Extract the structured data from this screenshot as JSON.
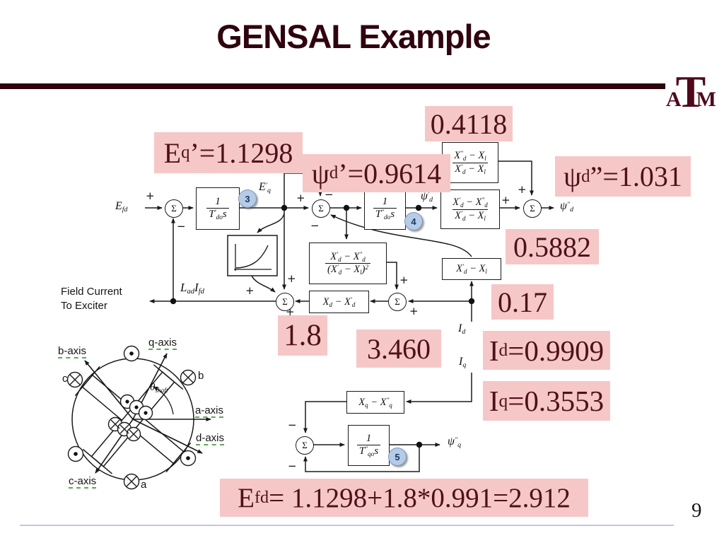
{
  "header": {
    "title": "GENSAL Example",
    "page_number": "9"
  },
  "logo": {
    "a": "A",
    "t": "T",
    "m": "M"
  },
  "annotations": {
    "ratio1": "0.4118",
    "eq_prime": "E_{q}’=1.1298",
    "psi_d_prime": "ψ_{d}’=0.9614",
    "psi_d_dprime": "ψ_{d}”=1.031",
    "ratio2": "0.5882",
    "val_0_17": "0.17",
    "val_1_8": "1.8",
    "val_3_460": "3.460",
    "id_val": "I_{d}=0.9909",
    "iq_val": "I_{q}=0.3553",
    "efd_calc": "E_{fd} = 1.1298+1.8*0.991=2.912"
  },
  "diagram": {
    "sigma": "Σ",
    "signs": {
      "plus": "+",
      "minus": "−"
    },
    "badges": {
      "b3": "3",
      "b4": "4",
      "b5": "5"
    },
    "blocks": {
      "int_d1": {
        "num": "1",
        "den": "T^{′}_{do}s"
      },
      "int_d2": {
        "num": "1",
        "den": "T^{″}_{do}s"
      },
      "int_q": {
        "num": "1",
        "den": "T^{″}_{qo}s"
      },
      "ratio_top": {
        "num": "X^{″}_{d} − X_{l}",
        "den": "X^{′}_{d} − X_{l}"
      },
      "ratio_mid": {
        "num": "X^{′}_{d} − X^{″}_{d}",
        "den": "X^{′}_{d} − X_{l}"
      },
      "ratio_sq": {
        "num": "X^{′}_{d} − X^{″}_{d}",
        "den": "(X^{′}_{d} − X_{l})^{2}"
      },
      "xdp_xl": "X^{′}_{d} − X_{l}",
      "xd_xdp": "X_{d} − X^{′}_{d}",
      "xq_xqpp": "X_{q} − X^{″}_{q}"
    },
    "labels": {
      "efd": "E_{fd}",
      "eqp": "E^{′}_{q}",
      "psi_dp": "ψ^{′}_{d}",
      "psi_dpp": "ψ^{″}_{d}",
      "psi_qpp": "ψ^{″}_{q}",
      "id": "I_{d}",
      "iq": "I_{q}",
      "lad_ifd": "L_{ad}I_{fd}",
      "field_current_1": "Field Current",
      "field_current_2": "To Exciter"
    }
  },
  "axes_diagram": {
    "labels": {
      "q": "q-axis",
      "b": "b-axis",
      "a": "a-axis",
      "d": "d-axis",
      "c": "c-axis",
      "theta": "θ_{shaft}",
      "phase_a": "a",
      "phase_b": "b",
      "phase_c": "c"
    }
  }
}
